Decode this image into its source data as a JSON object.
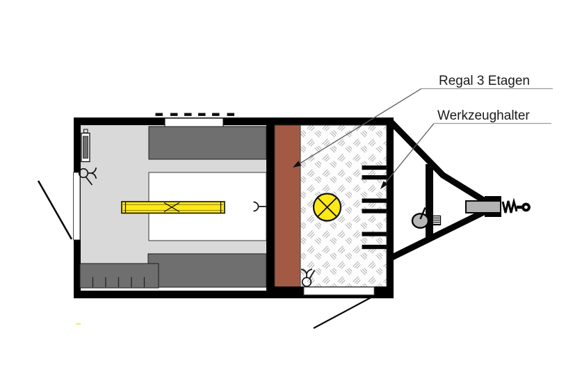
{
  "diagram": {
    "type": "trailer-floor-plan",
    "labels": {
      "shelf": "Regal 3 Etagen",
      "tool_holder": "Werkzeughalter"
    },
    "colors": {
      "shelf_brown": "#A35A45",
      "workbench_yellow": "#FFE818",
      "lamp_yellow": "#FFE818",
      "storage_dark_gray": "#6F6F6F",
      "floor_light_gray": "#D9D9D9",
      "metal_gray": "#B3B3B3",
      "wheel_gray": "#B8B8B8",
      "wall_black": "#000000",
      "hatch_line_gray": "#B5B5B5",
      "leader_gray": "#5A5A5A"
    },
    "counts": {
      "tool_holder_bars": 6,
      "roof_vent_dashes": 6,
      "shelf_tiers_labeled": 3
    },
    "symbols": {
      "ceiling_lamp": "circle-with-diagonal-cross",
      "valve_icons": "din-valve-symbol",
      "wall_hook": "half-circle-hook"
    }
  }
}
